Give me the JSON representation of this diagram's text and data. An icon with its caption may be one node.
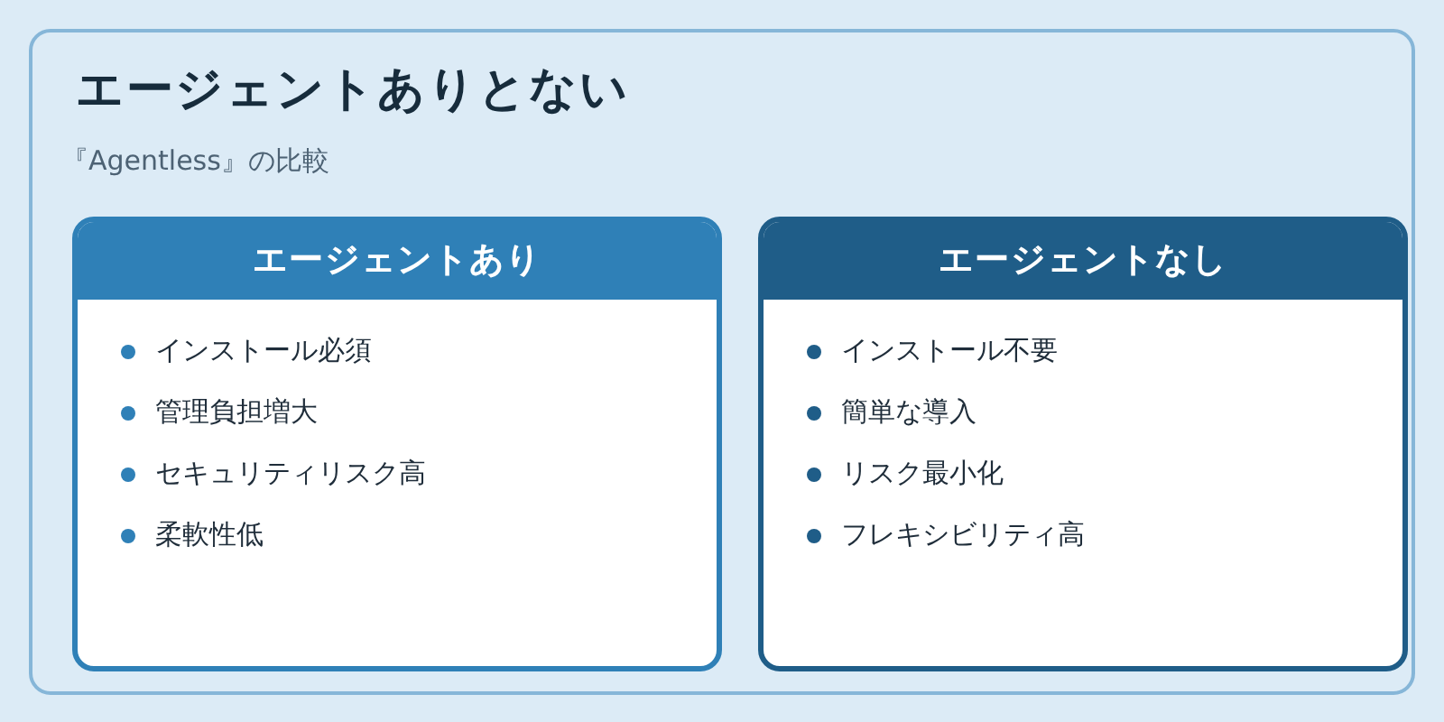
{
  "diagram": {
    "nodes": [
      {
        "text": [
          "エージェントありとない",
          "『Agentless』の比較"
        ]
      },
      {
        "text": [
          "エージェントあり",
          "インストール必須",
          "管理負担増大",
          "セキュリティリスク高",
          "柔軟性低"
        ],
        "in": 0
      },
      {
        "text": [
          "エージェントなし",
          "インストール不要",
          "簡単な導入",
          "リスク最小化",
          "フレキシビリティ高"
        ],
        "in": 0
      }
    ]
  }
}
